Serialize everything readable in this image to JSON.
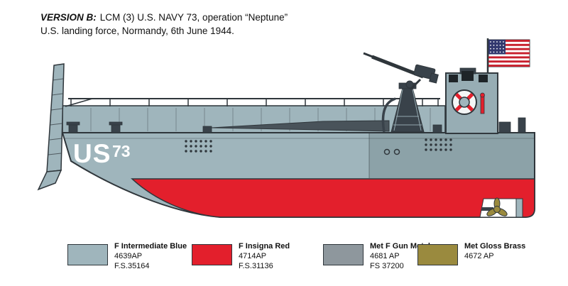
{
  "header": {
    "version_label": "VERSION B:",
    "line1_rest": "LCM (3) U.S. NAVY 73, operation “Neptune”",
    "line2": "U.S. landing force, Normandy, 6th June 1944."
  },
  "illustration": {
    "hull_marking_us": "US",
    "hull_marking_number": "73",
    "colors": {
      "intermediate_blue": "#9FB5BC",
      "insigna_red": "#E31F2C",
      "gun_metal": "#8E979D",
      "brass": "#9A8A3E",
      "outline": "#2F363B",
      "dark_fittings": "#39424A"
    }
  },
  "legend": {
    "items": [
      {
        "name": "F Intermediate Blue",
        "code": "4639AP",
        "fs": "F.S.35164",
        "color": "#9FB5BC"
      },
      {
        "name": "F Insigna Red",
        "code": "4714AP",
        "fs": "F.S.31136",
        "color": "#E31F2C"
      },
      {
        "name": "Met F Gun Metal",
        "code": "4681 AP",
        "fs": "FS 37200",
        "color": "#8E979D"
      },
      {
        "name": "Met Gloss Brass",
        "code": "4672 AP",
        "fs": "",
        "color": "#9A8A3E"
      }
    ]
  }
}
